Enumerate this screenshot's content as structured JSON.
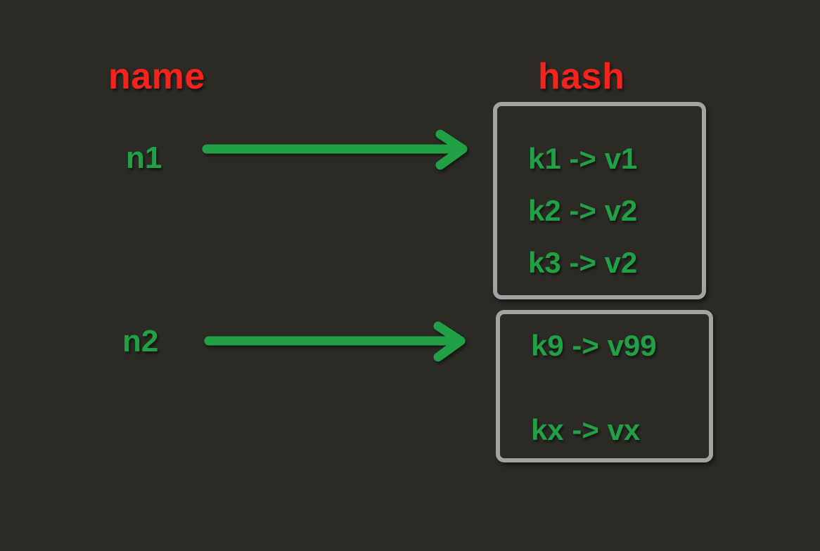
{
  "diagram": {
    "background_color": "#2b2a25",
    "heading_color": "#f4241c",
    "text_color": "#21a046",
    "box_border_color": "#a3a3a3",
    "arrow_color": "#21a046",
    "headings": {
      "left": "name",
      "right": "hash"
    },
    "rows": [
      {
        "node_label": "n1",
        "arrow": "right-arrow-icon",
        "entries": [
          "k1 -> v1",
          "k2 -> v2",
          "k3 -> v2"
        ]
      },
      {
        "node_label": "n2",
        "arrow": "right-arrow-icon",
        "entries": [
          "k9 -> v99",
          "kx -> vx"
        ]
      }
    ]
  }
}
